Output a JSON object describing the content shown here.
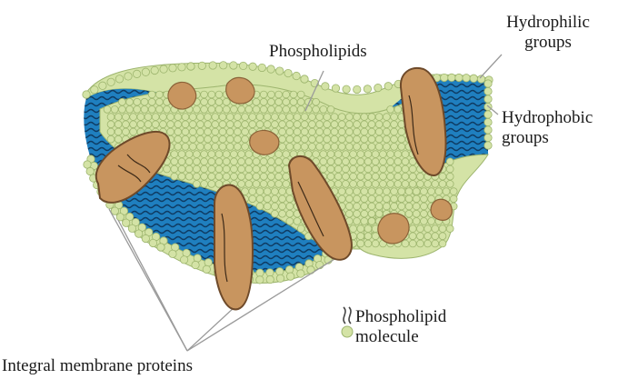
{
  "labels": {
    "phospholipids": "Phospholipids",
    "hydrophilic_line1": "Hydrophilic",
    "hydrophilic_line2": "groups",
    "hydrophobic_line1": "Hydrophobic",
    "hydrophobic_line2": "groups",
    "integral_proteins": "Integral membrane proteins",
    "molecule_line1": "Phospholipid",
    "molecule_line2": "molecule"
  },
  "colors": {
    "head": "#d4e3a6",
    "head_stroke": "#9db56e",
    "tail_band": "#1f7fbf",
    "tail_wave": "#0d2f52",
    "protein": "#c8955f",
    "protein_stroke": "#6e4a2a",
    "leader": "#9a9a9a"
  }
}
